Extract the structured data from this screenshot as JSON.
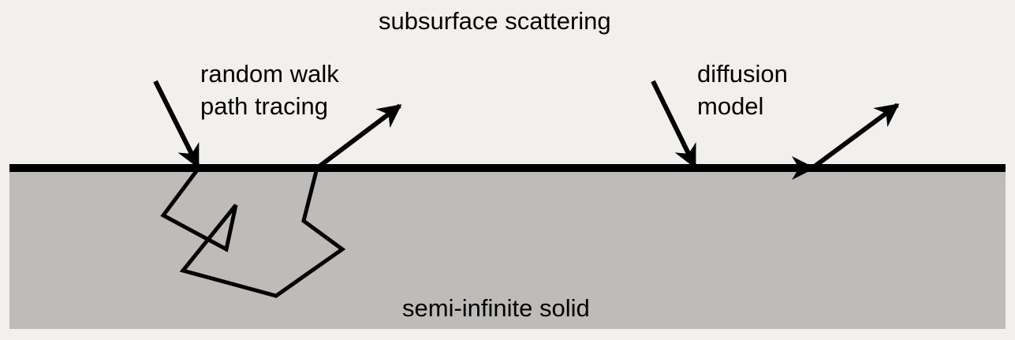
{
  "title": "subsurface scattering",
  "left_label": [
    "random walk",
    "path tracing"
  ],
  "right_label": [
    "diffusion",
    "model"
  ],
  "bottom_label": "semi-infinite solid",
  "colors": {
    "background": "#f1f0ed",
    "solid": "#bdbcbb",
    "line": "#000000"
  }
}
